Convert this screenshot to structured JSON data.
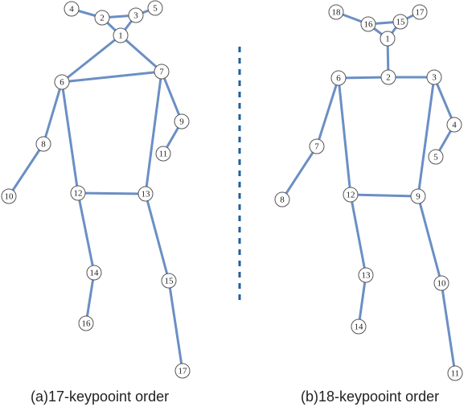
{
  "colors": {
    "bone": "#6b8fc4",
    "joint_stroke": "#555555",
    "divider": "#1f5fa0"
  },
  "panels": [
    {
      "caption": "(a)17-keypooint order",
      "joints": [
        "1",
        "2",
        "3",
        "4",
        "5",
        "6",
        "7",
        "8",
        "9",
        "10",
        "11",
        "12",
        "13",
        "14",
        "15",
        "16",
        "17"
      ],
      "edges": [
        [
          "1",
          "2"
        ],
        [
          "1",
          "3"
        ],
        [
          "2",
          "3"
        ],
        [
          "2",
          "4"
        ],
        [
          "3",
          "5"
        ],
        [
          "1",
          "6"
        ],
        [
          "1",
          "7"
        ],
        [
          "6",
          "7"
        ],
        [
          "6",
          "8"
        ],
        [
          "8",
          "10"
        ],
        [
          "7",
          "9"
        ],
        [
          "9",
          "11"
        ],
        [
          "6",
          "12"
        ],
        [
          "7",
          "13"
        ],
        [
          "12",
          "13"
        ],
        [
          "12",
          "14"
        ],
        [
          "14",
          "16"
        ],
        [
          "13",
          "15"
        ],
        [
          "15",
          "17"
        ]
      ]
    },
    {
      "caption": "(b)18-keypooint order",
      "joints": [
        "1",
        "2",
        "3",
        "4",
        "5",
        "6",
        "7",
        "8",
        "9",
        "10",
        "11",
        "12",
        "13",
        "14",
        "15",
        "16",
        "17",
        "18"
      ],
      "edges": [
        [
          "1",
          "16"
        ],
        [
          "1",
          "15"
        ],
        [
          "16",
          "15"
        ],
        [
          "16",
          "18"
        ],
        [
          "15",
          "17"
        ],
        [
          "1",
          "2"
        ],
        [
          "2",
          "6"
        ],
        [
          "2",
          "3"
        ],
        [
          "6",
          "7"
        ],
        [
          "7",
          "8"
        ],
        [
          "3",
          "4"
        ],
        [
          "4",
          "5"
        ],
        [
          "6",
          "12"
        ],
        [
          "3",
          "9"
        ],
        [
          "12",
          "9"
        ],
        [
          "12",
          "13"
        ],
        [
          "13",
          "14"
        ],
        [
          "9",
          "10"
        ],
        [
          "10",
          "11"
        ]
      ]
    }
  ]
}
